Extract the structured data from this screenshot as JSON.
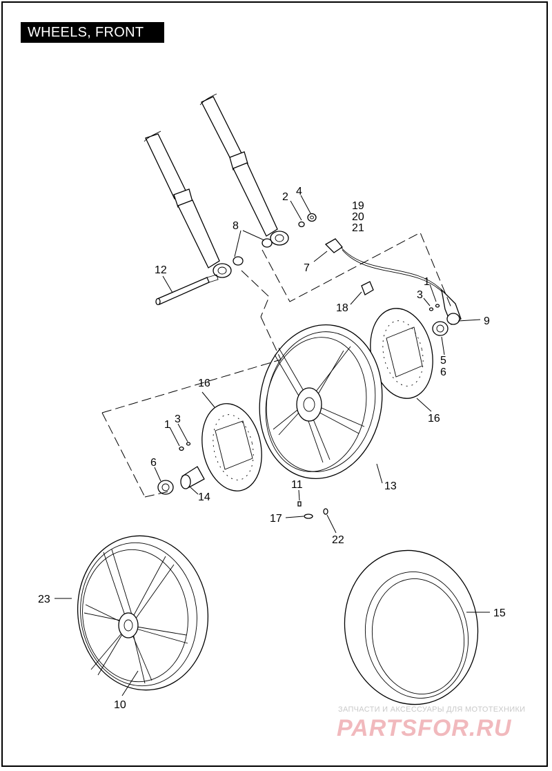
{
  "title": "WHEELS, FRONT",
  "callouts": [
    "1",
    "2",
    "3",
    "4",
    "5",
    "6",
    "7",
    "8",
    "9",
    "10",
    "11",
    "12",
    "13",
    "14",
    "15",
    "16",
    "17",
    "18",
    "19",
    "20",
    "21",
    "22",
    "23"
  ],
  "watermark": {
    "tagline": "ЗАПЧАСТИ И АКСЕССУАРЫ ДЛЯ МОТОТЕХНИКИ",
    "brand": "PARTSFOR.RU"
  },
  "colors": {
    "line": "#000000",
    "title_bg": "#000000",
    "title_text": "#ffffff",
    "watermark_brand": "#f1b9bd",
    "watermark_tagline": "#c9c9c9"
  }
}
